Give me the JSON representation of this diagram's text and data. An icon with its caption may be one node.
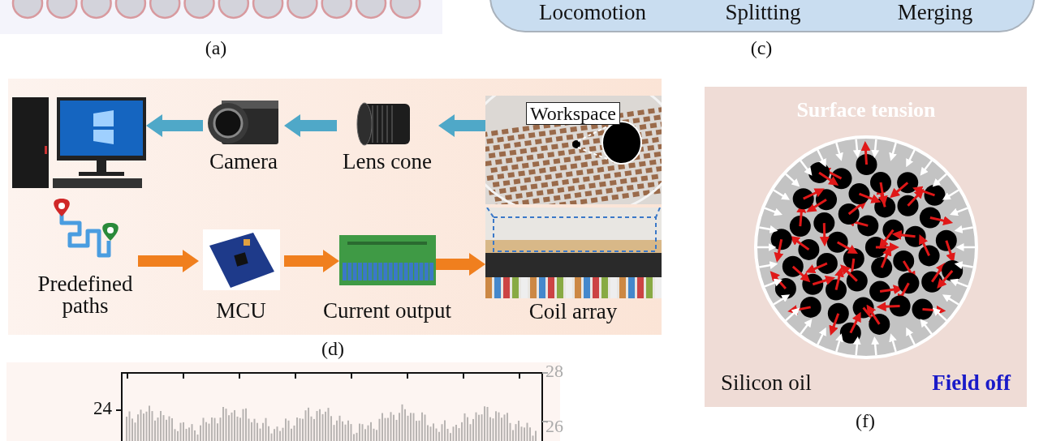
{
  "diagram": {
    "nodes": [
      {
        "text": [
          "Locomotion",
          "Splitting",
          "Merging"
        ]
      },
      {
        "text": [],
        "shape": "picture"
      },
      {
        "text": [
          "Camera"
        ]
      },
      {
        "text": [
          "Lens cone"
        ]
      },
      {
        "text": [
          "Workspace"
        ]
      },
      {
        "text": [
          "Predefined paths"
        ]
      },
      {
        "text": [
          "MCU"
        ]
      },
      {
        "text": [
          "Current output"
        ]
      },
      {
        "text": [
          "Coil array"
        ]
      },
      {
        "text": [
          "Surface tension",
          "Silicon oil",
          "Field off"
        ]
      }
    ],
    "edges": [
      {
        "from": 4,
        "to": 3,
        "arrow": "to",
        "color": "#4fa8c8"
      },
      {
        "from": 3,
        "to": 2,
        "arrow": "to",
        "color": "#4fa8c8"
      },
      {
        "from": 2,
        "to": 1,
        "arrow": "to",
        "color": "#4fa8c8"
      },
      {
        "from": 5,
        "to": 6,
        "arrow": "to",
        "color": "#f07f1e"
      },
      {
        "from": 6,
        "to": 7,
        "arrow": "to",
        "color": "#f07f1e"
      },
      {
        "from": 7,
        "to": 8,
        "arrow": "to",
        "color": "#f07f1e"
      }
    ],
    "labels": [
      "(a)",
      "(c)",
      "(d)",
      "(f)",
      "28",
      "24",
      "26"
    ]
  }
}
